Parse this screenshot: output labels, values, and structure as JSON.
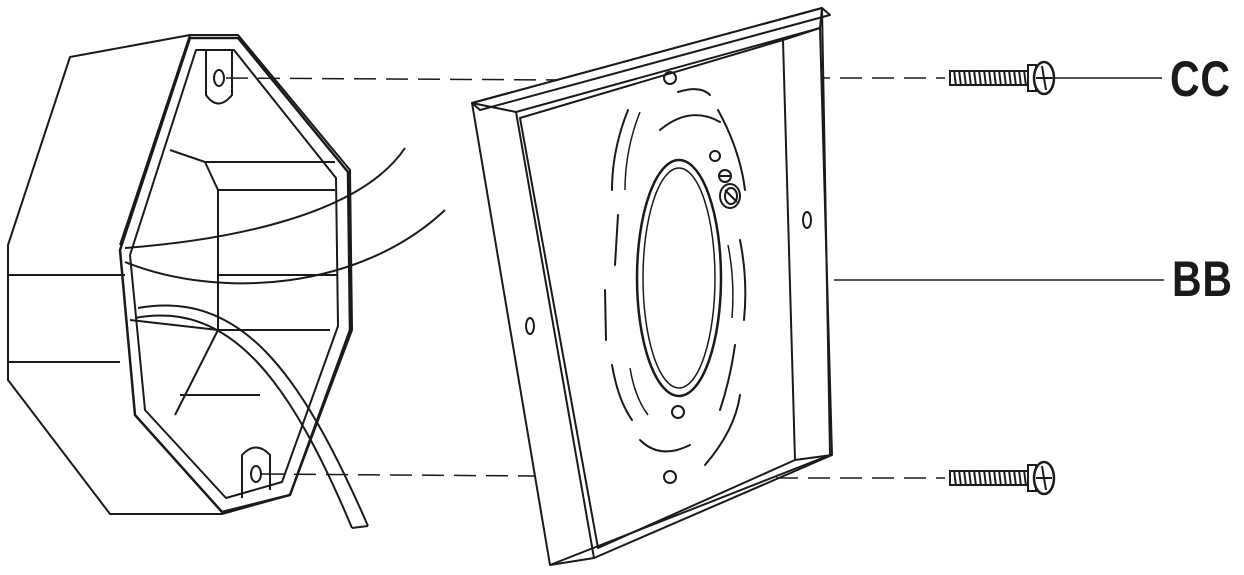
{
  "callouts": {
    "cc": "CC",
    "bb": "BB"
  },
  "parts": [
    {
      "id": "junction-box",
      "icon": "octagonal-junction-box"
    },
    {
      "id": "mounting-plate",
      "icon": "square-mounting-plate"
    },
    {
      "id": "screws",
      "icon": "mounting-screw"
    }
  ],
  "colors": {
    "line": "#1a1a1a",
    "background": "#ffffff"
  }
}
